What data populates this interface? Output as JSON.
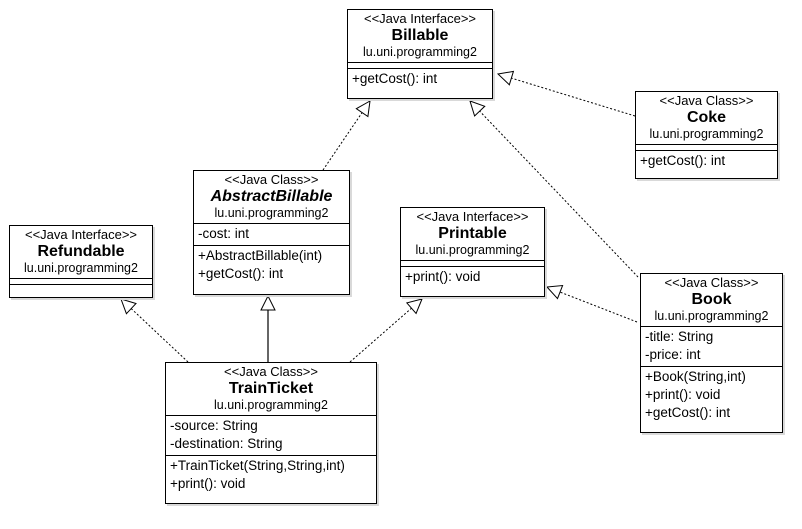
{
  "diagram": {
    "boxes": {
      "billable": {
        "stereotype": "<<Java Interface>>",
        "name": "Billable",
        "package": "lu.uni.programming2",
        "methods": [
          "+getCost(): int"
        ]
      },
      "coke": {
        "stereotype": "<<Java Class>>",
        "name": "Coke",
        "package": "lu.uni.programming2",
        "methods": [
          "+getCost(): int"
        ]
      },
      "abstract_billable": {
        "stereotype": "<<Java Class>>",
        "name": "AbstractBillable",
        "package": "lu.uni.programming2",
        "fields": [
          "-cost: int"
        ],
        "methods": [
          "+AbstractBillable(int)",
          "+getCost(): int"
        ]
      },
      "refundable": {
        "stereotype": "<<Java Interface>>",
        "name": "Refundable",
        "package": "lu.uni.programming2"
      },
      "printable": {
        "stereotype": "<<Java Interface>>",
        "name": "Printable",
        "package": "lu.uni.programming2",
        "methods": [
          "+print(): void"
        ]
      },
      "book": {
        "stereotype": "<<Java Class>>",
        "name": "Book",
        "package": "lu.uni.programming2",
        "fields": [
          "-title: String",
          "-price: int"
        ],
        "methods": [
          "+Book(String,int)",
          "+print(): void",
          "+getCost(): int"
        ]
      },
      "train_ticket": {
        "stereotype": "<<Java Class>>",
        "name": "TrainTicket",
        "package": "lu.uni.programming2",
        "fields": [
          "-source: String",
          "-destination: String"
        ],
        "methods": [
          "+TrainTicket(String,String,int)",
          "+print(): void"
        ]
      }
    },
    "relations": [
      {
        "from": "coke",
        "to": "billable",
        "kind": "realization"
      },
      {
        "from": "abstract_billable",
        "to": "billable",
        "kind": "realization"
      },
      {
        "from": "book",
        "to": "billable",
        "kind": "realization"
      },
      {
        "from": "book",
        "to": "printable",
        "kind": "realization"
      },
      {
        "from": "train_ticket",
        "to": "refundable",
        "kind": "realization"
      },
      {
        "from": "train_ticket",
        "to": "abstract_billable",
        "kind": "generalization"
      },
      {
        "from": "train_ticket",
        "to": "printable",
        "kind": "realization"
      }
    ]
  }
}
